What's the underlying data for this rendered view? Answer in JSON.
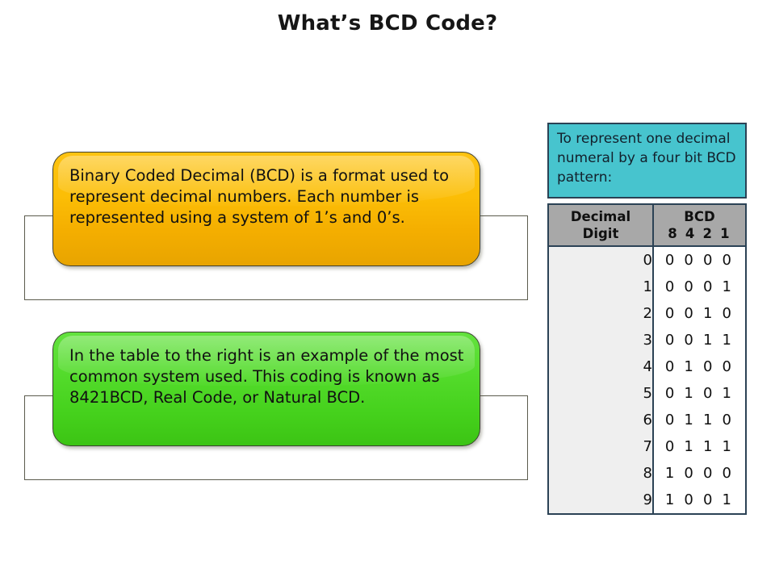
{
  "slide": {
    "title": "What’s BCD Code?",
    "background_color": "#ffffff"
  },
  "callouts": [
    {
      "id": "orange",
      "color": "#fcbe06",
      "border_color": "#43412f",
      "text": "Binary Coded Decimal (BCD) is a format used to represent decimal numbers. Each number is represented using a system of 1’s and 0’s."
    },
    {
      "id": "green",
      "color": "#53db2b",
      "border_color": "#3a4430",
      "text": "In the table to the right is an example of the most common system used. This coding is known as 8421BCD, Real Code, or Natural BCD."
    }
  ],
  "note_box": {
    "text": "To represent one decimal numeral by a four bit BCD pattern:",
    "background_color": "#47c4ce",
    "border_color": "#2b4255"
  },
  "bcd_table": {
    "header": {
      "decimal_line1": "Decimal",
      "decimal_line2": "Digit",
      "bcd_line1": "BCD",
      "bcd_line2": "8 4 2 1"
    },
    "header_background": "#a8a8a8",
    "border_color": "#2b4255",
    "rows": [
      {
        "decimal": "0",
        "bcd": "0 0 0 0"
      },
      {
        "decimal": "1",
        "bcd": "0 0 0 1"
      },
      {
        "decimal": "2",
        "bcd": "0 0 1 0"
      },
      {
        "decimal": "3",
        "bcd": "0 0 1 1"
      },
      {
        "decimal": "4",
        "bcd": "0 1 0 0"
      },
      {
        "decimal": "5",
        "bcd": "0 1 0 1"
      },
      {
        "decimal": "6",
        "bcd": "0 1 1 0"
      },
      {
        "decimal": "7",
        "bcd": "0 1 1 1"
      },
      {
        "decimal": "8",
        "bcd": "1 0 0 0"
      },
      {
        "decimal": "9",
        "bcd": "1 0 0 1"
      }
    ]
  }
}
